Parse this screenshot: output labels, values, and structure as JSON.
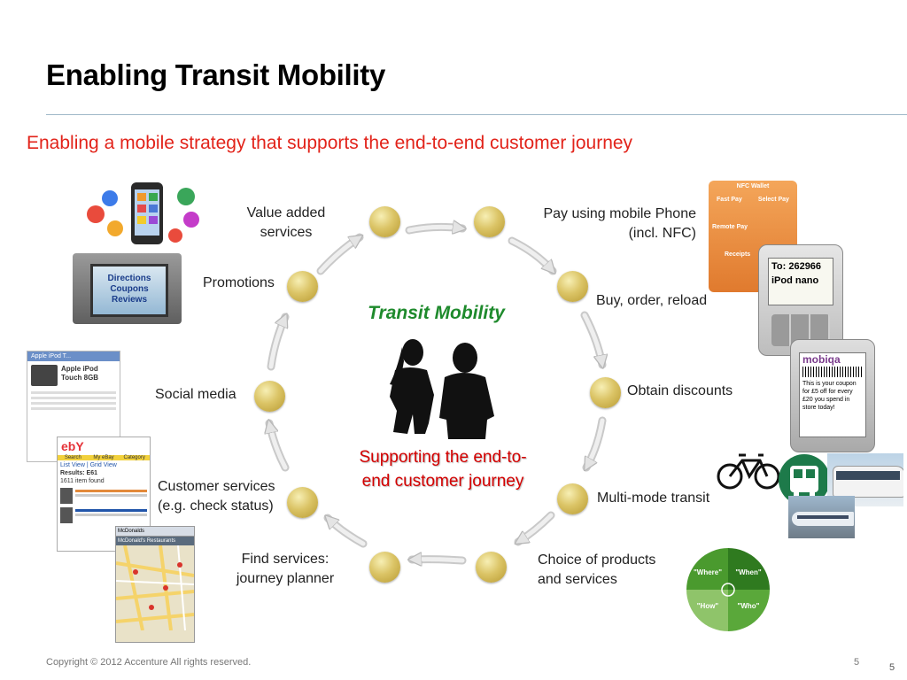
{
  "slide": {
    "title": "Enabling Transit Mobility",
    "subtitle": "Enabling a mobile strategy that supports the end-to-end customer journey",
    "footer": "Copyright © 2012 Accenture  All rights reserved.",
    "page_number": "5",
    "page_number_corner": "5"
  },
  "cycle": {
    "center_title": "Transit Mobility",
    "center_subtitle_line1": "Supporting the end-to-",
    "center_subtitle_line2": "end customer journey",
    "steps": {
      "value_added_1": "Value added",
      "value_added_2": "services",
      "pay_1": "Pay using mobile Phone",
      "pay_2": "(incl. NFC)",
      "buy": "Buy, order, reload",
      "discounts": "Obtain discounts",
      "transit": "Multi-mode transit",
      "choice_1": "Choice of products",
      "choice_2": "and services",
      "find_1": "Find services:",
      "find_2": "journey planner",
      "customer_1": "Customer services",
      "customer_2": "(e.g. check status)",
      "social": "Social media",
      "promotions": "Promotions"
    }
  },
  "images": {
    "nav_screen": {
      "line1": "Directions",
      "line2": "Coupons",
      "line3": "Reviews"
    },
    "ipod_listing": {
      "header": "Apple iPod T...",
      "title1": "Apple iPod",
      "title2": "Touch 8GB"
    },
    "ebay_listing": {
      "logo": "ebY",
      "tab1": "Search",
      "tab2": "My eBay",
      "tab3": "Category",
      "views": "List View | Grid View",
      "results": "Results: E61",
      "found": "1611 item found"
    },
    "map_app": {
      "search": "McDonalds",
      "result": "McDonald's Restaurants"
    },
    "nfc_wallet": {
      "header": "NFC Wallet",
      "item1": "Fast Pay",
      "item2": "Select Pay",
      "item3": "Remote Pay",
      "item4": "Receipts"
    },
    "sms_phone": {
      "to": "To: 262966",
      "msg": "iPod nano"
    },
    "mobiqa_phone": {
      "brand": "mobiqa",
      "line1": "This is your coupon",
      "line2": "for £5 off for every",
      "line3": "£20 you spend in",
      "line4": "store today!"
    },
    "wheel": {
      "where": "\"Where\"",
      "when": "\"When\"",
      "how": "\"How\"",
      "who": "\"Who\""
    }
  },
  "colors": {
    "title": "#000000",
    "subtitle": "#e2231a",
    "center_title": "#1e8a2c",
    "center_subtitle": "#d40000",
    "node": "#d6bf5e",
    "arrow": "#d8d8d8",
    "wheel_green": "#4a9a2e"
  }
}
